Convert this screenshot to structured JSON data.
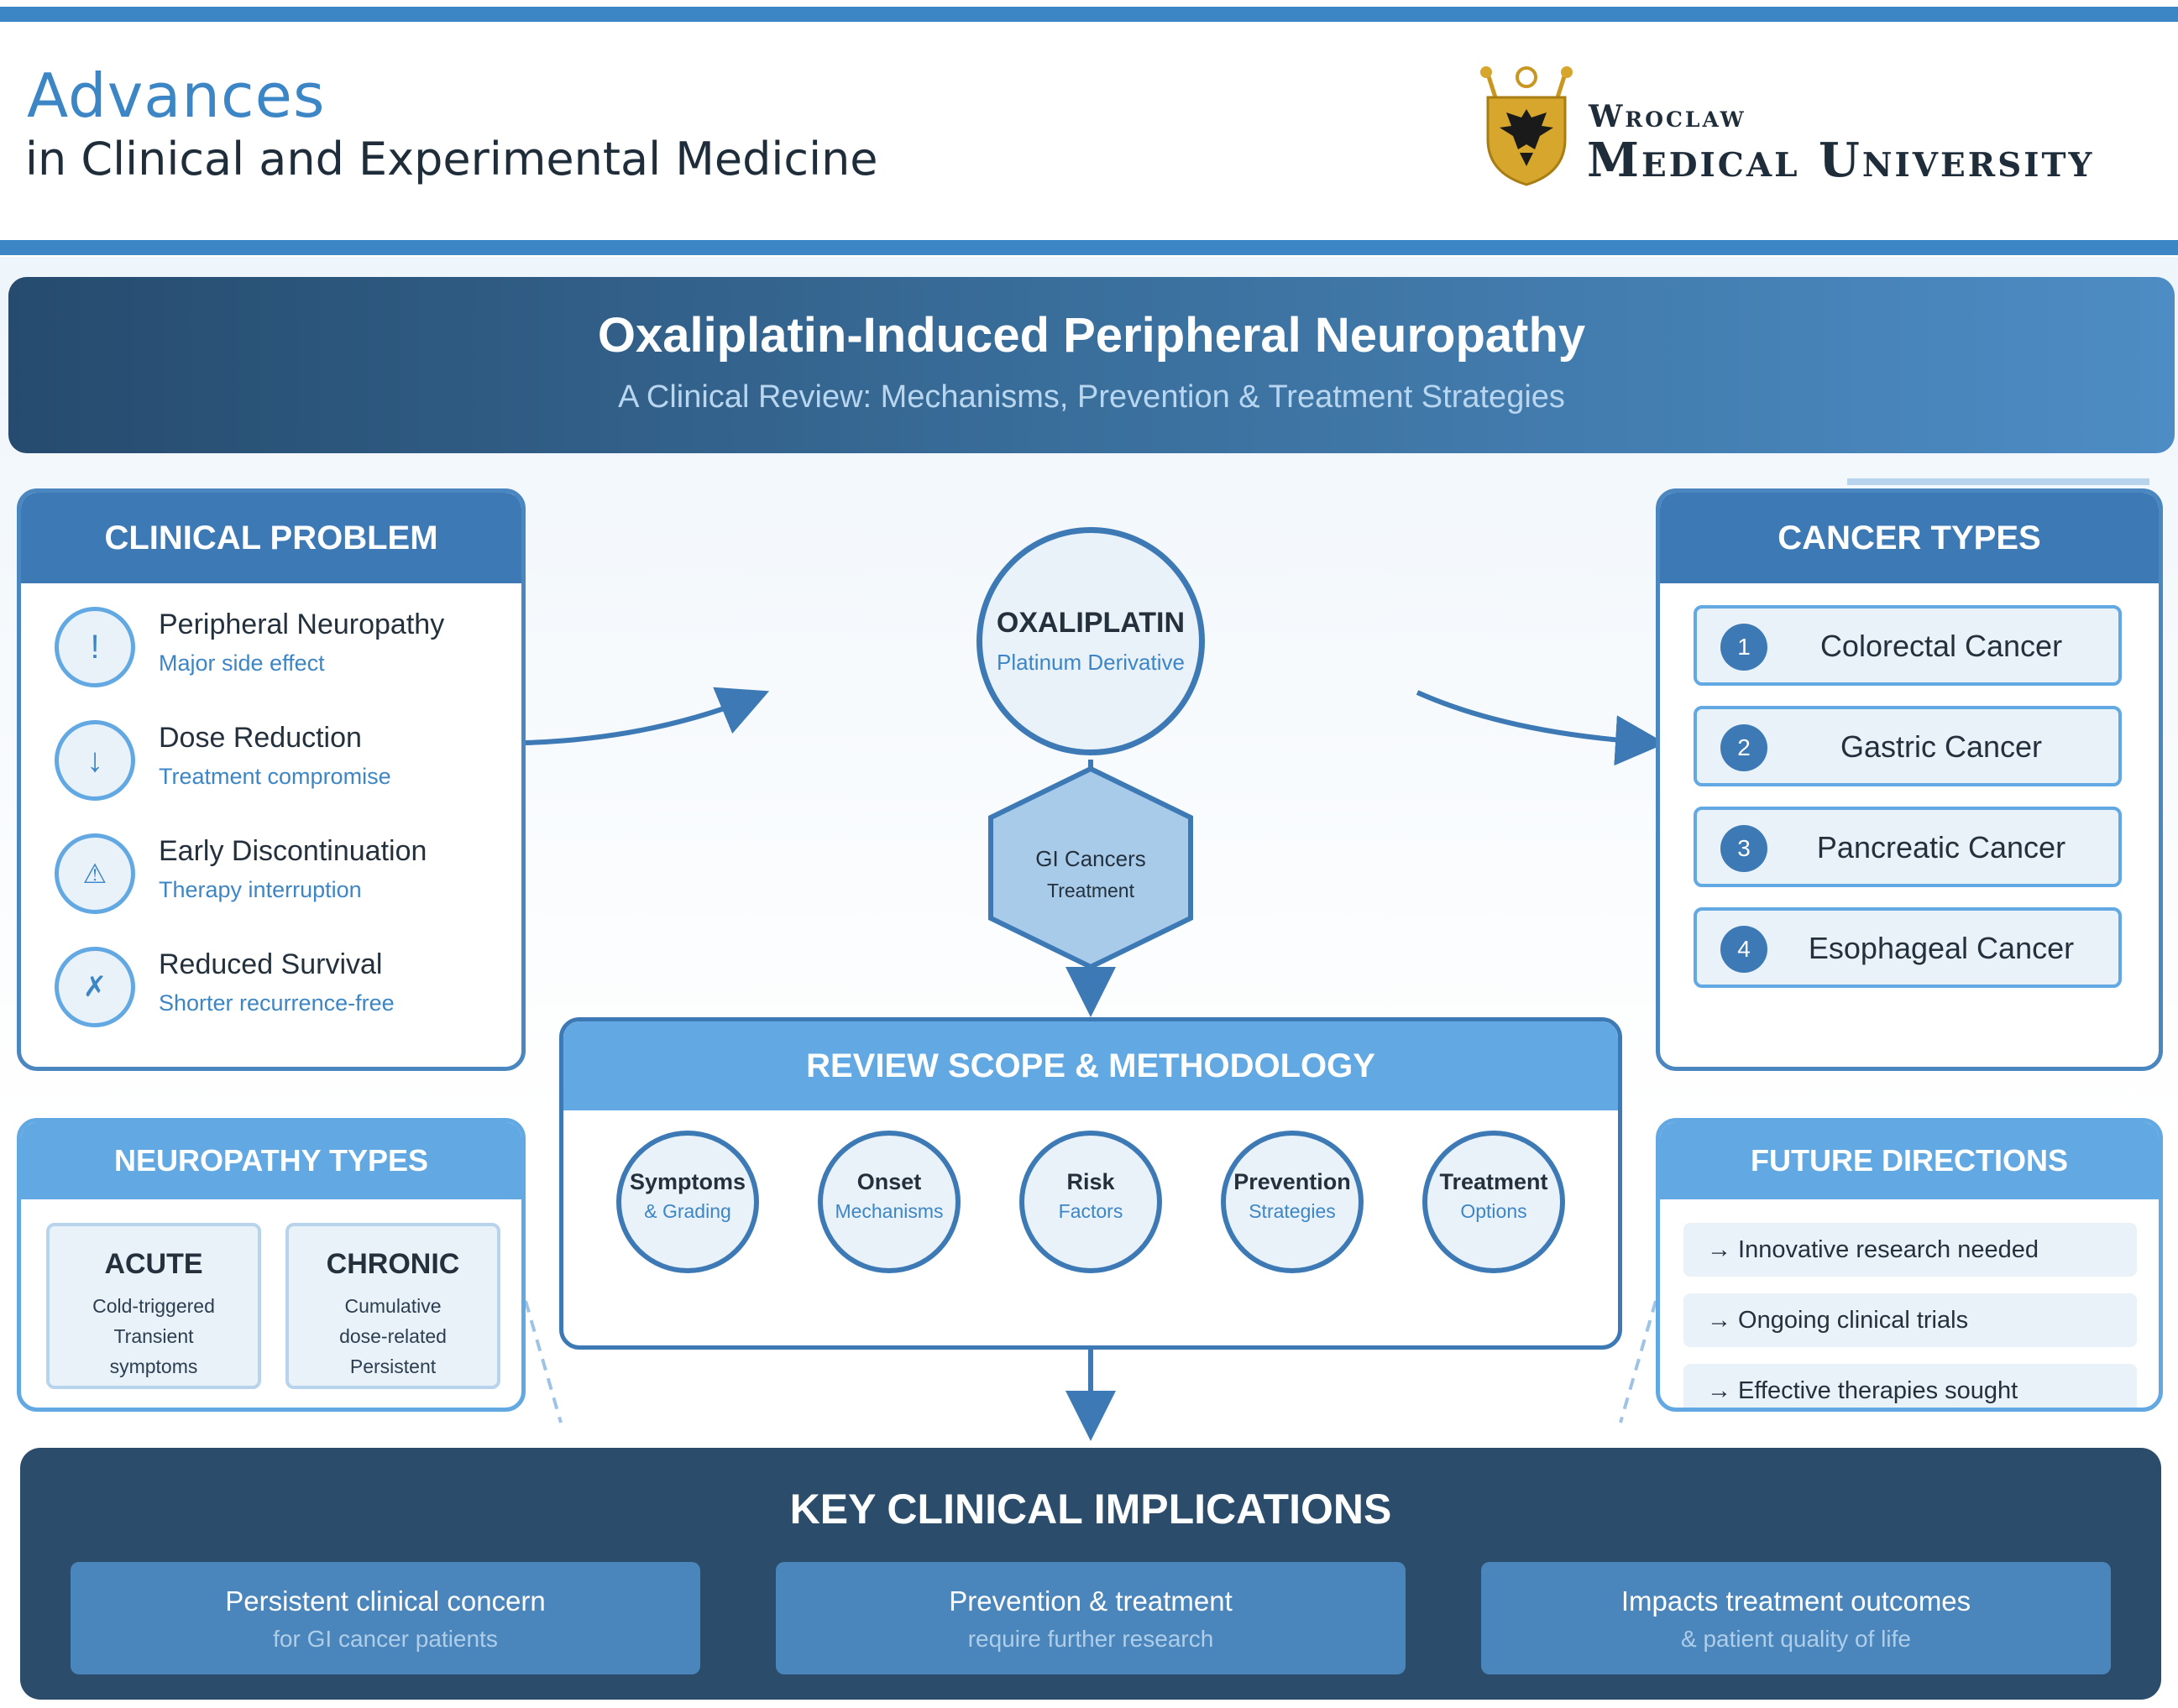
{
  "journal": {
    "line1": "Advances",
    "line2": "in Clinical and Experimental Medicine"
  },
  "university": {
    "line1": "Wroclaw",
    "line2": "Medical University",
    "crest": "wroclaw-eagle-crest"
  },
  "banner": {
    "title": "Oxaliplatin-Induced Peripheral Neuropathy",
    "subtitle": "A Clinical Review: Mechanisms, Prevention & Treatment Strategies"
  },
  "clinical_problem": {
    "heading": "CLINICAL PROBLEM",
    "items": [
      {
        "icon": "!",
        "icon_name": "exclamation-icon",
        "title": "Peripheral Neuropathy",
        "sub": "Major side effect"
      },
      {
        "icon": "↓",
        "icon_name": "down-arrow-icon",
        "title": "Dose Reduction",
        "sub": "Treatment compromise"
      },
      {
        "icon": "⚠",
        "icon_name": "warning-icon",
        "title": "Early Discontinuation",
        "sub": "Therapy interruption"
      },
      {
        "icon": "✗",
        "icon_name": "cross-icon",
        "title": "Reduced Survival",
        "sub": "Shorter recurrence-free"
      }
    ]
  },
  "center": {
    "drug": "OXALIPLATIN",
    "drug_sub": "Platinum Derivative",
    "hex_line1": "GI Cancers",
    "hex_line2": "Treatment"
  },
  "cancer_types": {
    "heading": "CANCER TYPES",
    "items": [
      {
        "num": "1",
        "label": "Colorectal Cancer"
      },
      {
        "num": "2",
        "label": "Gastric Cancer"
      },
      {
        "num": "3",
        "label": "Pancreatic Cancer"
      },
      {
        "num": "4",
        "label": "Esophageal Cancer"
      }
    ]
  },
  "methodology": {
    "heading": "REVIEW SCOPE & METHODOLOGY",
    "items": [
      {
        "line1": "Symptoms",
        "line2": "& Grading"
      },
      {
        "line1": "Onset",
        "line2": "Mechanisms"
      },
      {
        "line1": "Risk",
        "line2": "Factors"
      },
      {
        "line1": "Prevention",
        "line2": "Strategies"
      },
      {
        "line1": "Treatment",
        "line2": "Options"
      }
    ]
  },
  "neuropathy_types": {
    "heading": "NEUROPATHY TYPES",
    "acute": {
      "title": "ACUTE",
      "lines": [
        "Cold-triggered",
        "Transient",
        "symptoms"
      ]
    },
    "chronic": {
      "title": "CHRONIC",
      "lines": [
        "Cumulative",
        "dose-related",
        "Persistent"
      ]
    }
  },
  "future_directions": {
    "heading": "FUTURE DIRECTIONS",
    "items": [
      "→ Innovative research needed",
      "→ Ongoing clinical trials",
      "→ Effective therapies sought"
    ]
  },
  "implications": {
    "heading": "KEY CLINICAL IMPLICATIONS",
    "items": [
      {
        "line1": "Persistent clinical concern",
        "line2": "for GI cancer patients"
      },
      {
        "line1": "Prevention & treatment",
        "line2": "require further research"
      },
      {
        "line1": "Impacts treatment outcomes",
        "line2": "& patient quality of life"
      }
    ]
  },
  "colors": {
    "primary": "#3d86c6",
    "dark_navy": "#2b4d6b",
    "light_fill": "#e9f1f9",
    "crest_gold": "#d6a72c"
  }
}
